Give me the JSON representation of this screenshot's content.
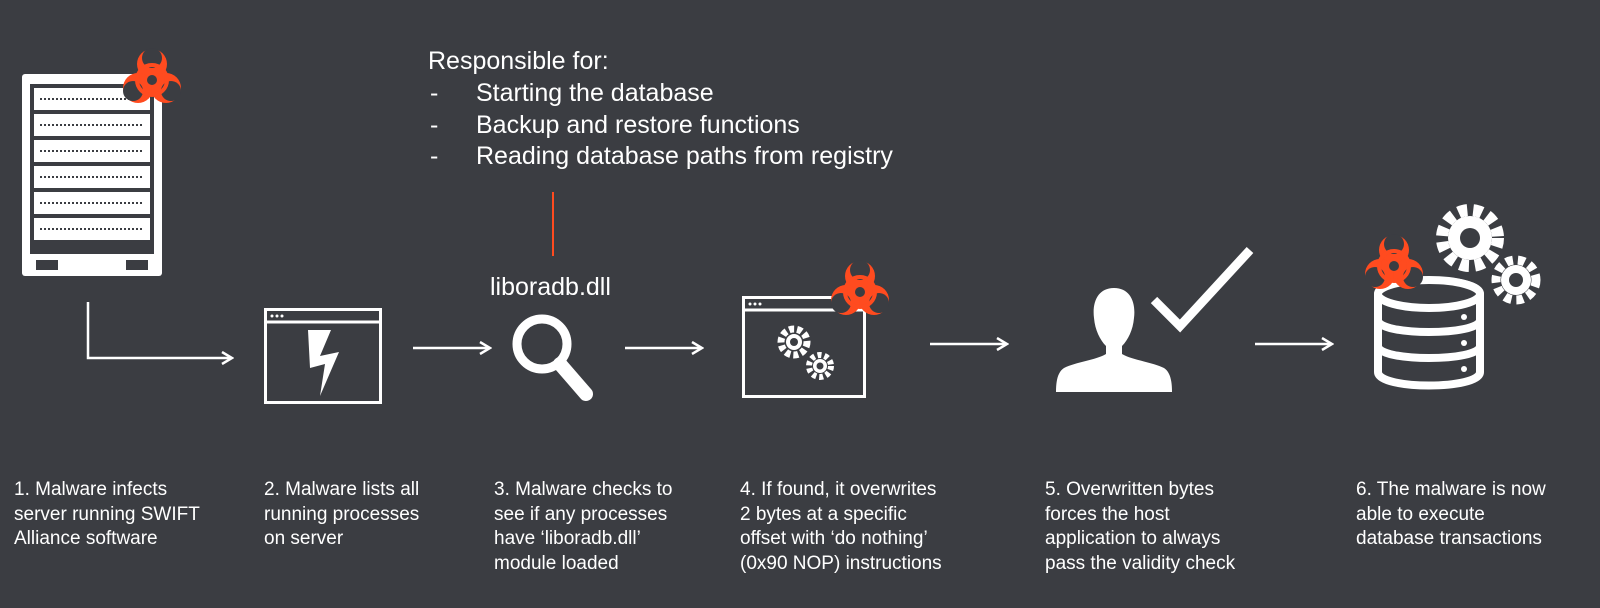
{
  "note": {
    "title": "Responsible for:",
    "items": [
      "Starting the database",
      "Backup and restore functions",
      "Reading database paths from registry"
    ],
    "bullet": "-"
  },
  "dll_label": "liboradb.dll",
  "steps": [
    {
      "icon": "server-icon",
      "caption": [
        "1. Malware infects",
        "server running SWIFT",
        "Alliance software"
      ]
    },
    {
      "icon": "lightning-window-icon",
      "caption": [
        "2. Malware lists all",
        "running processes",
        "on server"
      ]
    },
    {
      "icon": "magnifier-icon",
      "caption": [
        "3. Malware checks to",
        "see if any processes",
        "have ‘liboradb.dll’",
        "module loaded"
      ]
    },
    {
      "icon": "gear-window-icon",
      "caption": [
        "4. If found, it overwrites",
        "2 bytes at a specific",
        "offset with ‘do nothing’",
        "(0x90 NOP) instructions"
      ]
    },
    {
      "icon": "user-check-icon",
      "caption": [
        "5. Overwritten bytes",
        "forces the host",
        "application to always",
        "pass the validity check"
      ]
    },
    {
      "icon": "database-gears-icon",
      "caption": [
        "6. The malware is now",
        "able to execute",
        "database transactions"
      ]
    }
  ],
  "colors": {
    "background": "#3b3d42",
    "foreground": "#ffffff",
    "biohazard": "#ff4b1f",
    "connector": "#ff4b1f"
  }
}
